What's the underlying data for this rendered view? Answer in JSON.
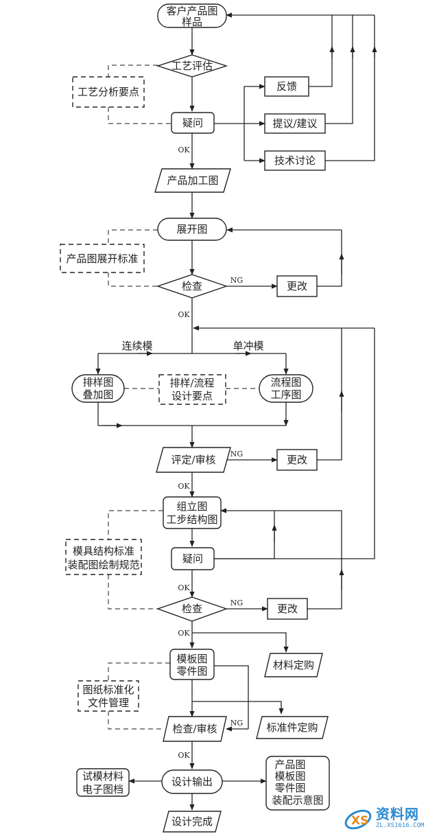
{
  "nodes": {
    "sample": [
      "客户产品图",
      "样品"
    ],
    "evaluate": "工艺评估",
    "analysis": "工艺分析要点",
    "feedback": "反馈",
    "query1": "疑问",
    "suggest": "提议/建议",
    "discuss": "技术讨论",
    "product_drawing": "产品加工图",
    "unfold": "展开图",
    "unfold_standard": "产品图展开标准",
    "check1": "检查",
    "modify1": "更改",
    "continuous": "连续模",
    "single": "单冲模",
    "layout": [
      "排样图",
      "叠加图"
    ],
    "layout_points": [
      "排样/流程",
      "设计要点"
    ],
    "process": [
      "流程图",
      "工序图"
    ],
    "review": "评定/审核",
    "modify2": "更改",
    "assembly": [
      "组立图",
      "工步结构图"
    ],
    "mold_standard": [
      "模具结构标准",
      "装配图绘制规范"
    ],
    "query2": "疑问",
    "check2": "检查",
    "modify3": "更改",
    "template": [
      "模板图",
      "零件图"
    ],
    "material_order": "材料定购",
    "drawing_standard": [
      "图纸标准化",
      "文件管理"
    ],
    "check_review": "检查/审核",
    "standard_parts": "标准件定购",
    "output": "设计输出",
    "trial_material": [
      "试模材料",
      "电子图档"
    ],
    "output_list": [
      "产品图",
      "模板图",
      "零件图",
      "装配示意图"
    ],
    "done": "设计完成"
  },
  "labels": {
    "ok": "OK",
    "ng": "NG"
  },
  "watermark": {
    "text": "资料网",
    "url": "ZL.XS1616.COM"
  },
  "colors": {
    "line": "#222222",
    "accent": "#2a8ad0"
  }
}
